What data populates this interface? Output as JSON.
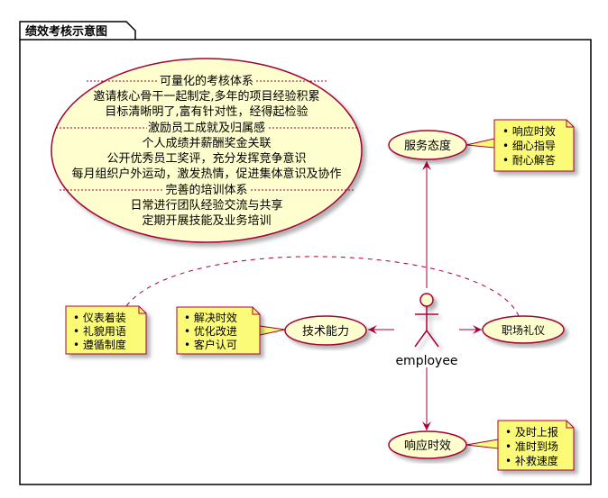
{
  "package": {
    "title": "绩效考核示意图"
  },
  "big_note": {
    "sections": [
      {
        "heading": "可量化的考核体系",
        "lines": [
          "邀请核心骨干一起制定,多年的项目经验积累",
          "目标清晰明了,富有针对性，经得起检验"
        ]
      },
      {
        "heading": "激励员工成就及归属感",
        "lines": [
          "个人成绩并薪酬奖金关联",
          "公开优秀员工奖评，充分发挥竞争意识",
          "每月组织户外运动，激发热情，促进集体意识及协作"
        ]
      },
      {
        "heading": "完善的培训体系",
        "lines": [
          "日常进行团队经验交流与共享",
          "定期开展技能及业务培训"
        ]
      }
    ]
  },
  "actor": {
    "label": "employee"
  },
  "usecases": {
    "service": {
      "label": "服务态度",
      "notes": [
        "响应时效",
        "细心指导",
        "耐心解答"
      ]
    },
    "tech": {
      "label": "技术能力",
      "notes": [
        "解决时效",
        "优化改进",
        "客户认可"
      ]
    },
    "etiquette": {
      "label": "职场礼仪",
      "notes": [
        "仪表着装",
        "礼貌用语",
        "遵循制度"
      ]
    },
    "response": {
      "label": "响应时效",
      "notes": [
        "及时上报",
        "准时到场",
        "补救速度"
      ]
    }
  },
  "colors": {
    "border": "#A80036",
    "usecase_fill": "#FEFECE",
    "note_fill": "#FBFB77"
  }
}
